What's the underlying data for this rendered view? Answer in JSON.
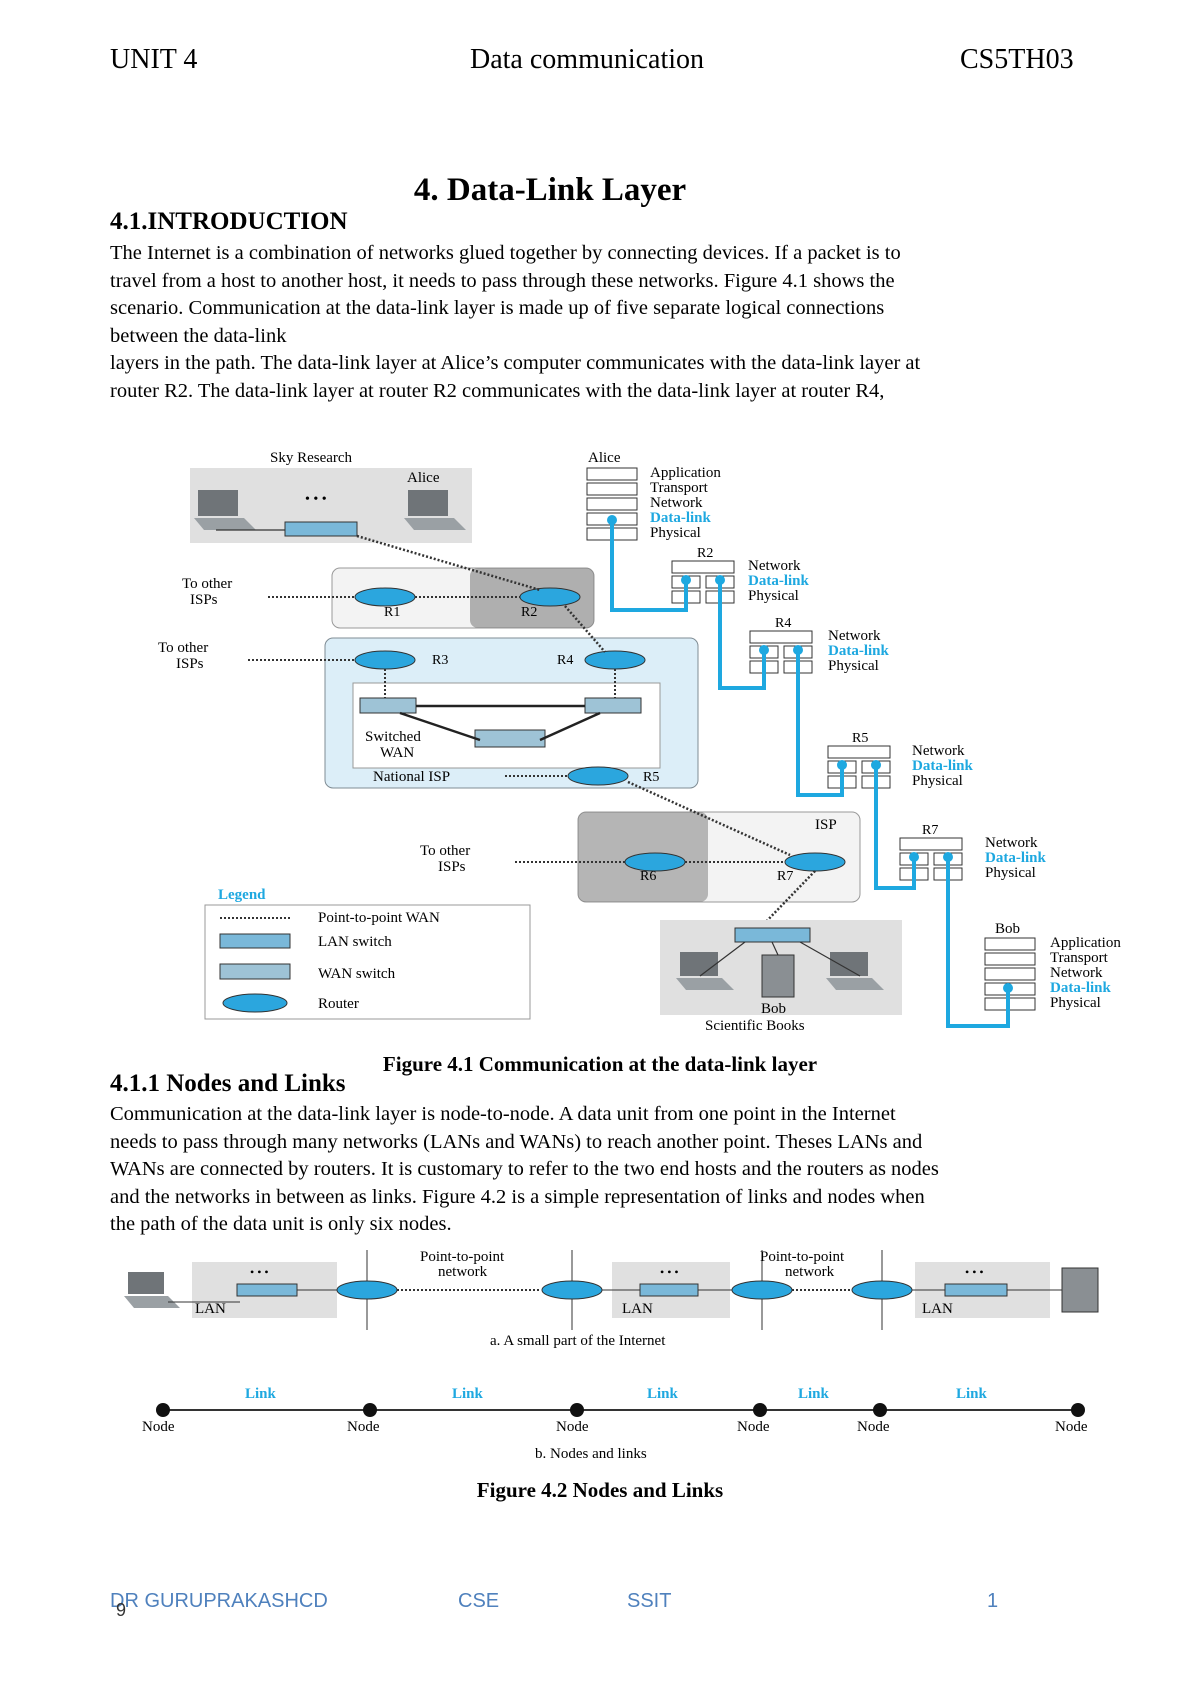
{
  "header": {
    "unit": "UNIT 4",
    "subject": "Data communication",
    "code": "CS5TH03"
  },
  "title": "4. Data-Link Layer",
  "intro": {
    "heading": "4.1.INTRODUCTION",
    "paragraph_lines": [
      "The Internet is a combination of networks glued together by connecting devices. If a packet is to",
      "travel from a host to another host, it needs to pass through these networks. Figure 4.1 shows the",
      "scenario. Communication at the data-link layer is made up of five separate logical connections",
      "between the data-link",
      "layers in the path. The data-link layer at Alice’s computer communicates with the data-link layer at",
      "router R2. The data-link layer at router R2 communicates with the data-link layer at router R4,"
    ]
  },
  "figure1": {
    "caption": "Figure 4.1 Communication at the data-link layer",
    "sky_research": "Sky Research",
    "alice": "Alice",
    "ellipsis": "• • •",
    "to_other_isps": [
      "To other",
      "ISPs"
    ],
    "routers": {
      "r1": "R1",
      "r2": "R2",
      "r3": "R3",
      "r4": "R4",
      "r5": "R5",
      "r6": "R6",
      "r7": "R7"
    },
    "switched_wan": [
      "Switched",
      "WAN"
    ],
    "national_isp": "National ISP",
    "isp": "ISP",
    "bob": "Bob",
    "scientific_books": "Scientific Books",
    "legend": {
      "title": "Legend",
      "items": [
        "Point-to-point WAN",
        "LAN switch",
        "WAN switch",
        "Router"
      ]
    },
    "stack_labels": {
      "application": "Application",
      "transport": "Transport",
      "network": "Network",
      "datalink": "Data-link",
      "physical": "Physical"
    },
    "stack_names": {
      "alice": "Alice",
      "r2": "R2",
      "r4": "R4",
      "r5": "R5",
      "r7": "R7",
      "bob": "Bob"
    },
    "colors": {
      "accent": "#1ea8e0",
      "router": "#2ba6de",
      "box_gray": "#e0e0e0",
      "isp_blue": "#dceef8"
    }
  },
  "nodes_links": {
    "heading": "4.1.1 Nodes and Links",
    "paragraph_lines": [
      "Communication at the data-link layer is node-to-node. A data unit from one point in the Internet",
      "needs to pass through many networks (LANs and WANs) to reach another point. Theses LANs and",
      "WANs are connected by routers. It is customary to refer to the two end hosts and the routers as nodes",
      "and the networks in between as links. Figure 4.2 is a simple representation of links and nodes when",
      "the path of the data unit is only six nodes."
    ]
  },
  "figure2": {
    "ptp_network": [
      "Point-to-point",
      "network"
    ],
    "lan": "LAN",
    "sub_a": "a. A small part of the Internet",
    "links": [
      "Link",
      "Link",
      "Link",
      "Link",
      "Link"
    ],
    "nodes": [
      "Node",
      "Node",
      "Node",
      "Node",
      "Node",
      "Node"
    ],
    "sub_b": "b. Nodes and links",
    "caption": "Figure 4.2 Nodes and Links"
  },
  "footer": {
    "author": "DR GURUPRAKASHCD",
    "dept": "CSE",
    "institute": "SSIT",
    "page": "1",
    "mark": "9"
  }
}
